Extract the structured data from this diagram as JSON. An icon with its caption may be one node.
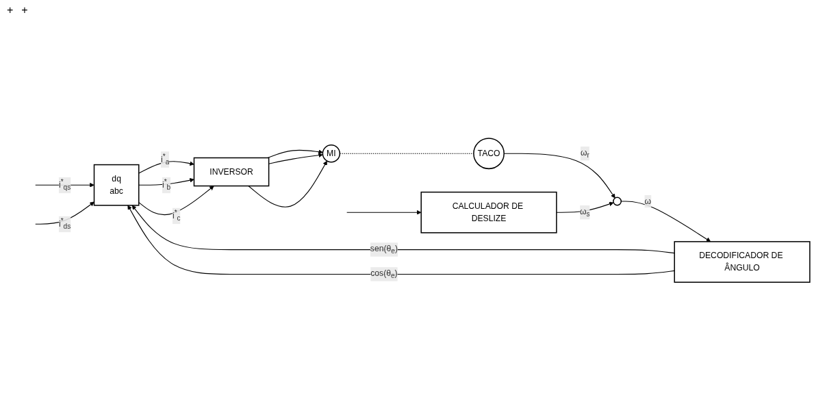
{
  "diagram": {
    "nodes": [
      {
        "text": [
          "dq",
          "abc"
        ]
      },
      {
        "text": [
          "INVERSOR"
        ]
      },
      {
        "text": [
          "MI"
        ]
      },
      {
        "text": [
          "CALCULADOR DE DESLIZE"
        ]
      },
      {
        "text": [
          "DECODIFICADOR DE ÂNGULO"
        ]
      },
      {
        "text": [
          "TACO"
        ]
      },
      {
        "text": [],
        "shape": "circle"
      }
    ],
    "edges": [
      {
        "from": null,
        "to": 0,
        "arrow": "to",
        "label": "i$^{*}$$_{qs}$"
      },
      {
        "from": null,
        "to": 0,
        "arrow": "to",
        "label": "i$^{*}$$_{ds}$"
      },
      {
        "from": null,
        "to": 3,
        "arrow": "to"
      },
      {
        "from": 0,
        "to": 1,
        "arrow": "to",
        "label": "i$^{*}$$_{a}$"
      },
      {
        "from": 0,
        "to": 1,
        "arrow": "to",
        "label": "i$^{*}$$_{b}$"
      },
      {
        "from": 0,
        "to": 1,
        "arrow": "to",
        "label": "i$^{*}$$_{c}$"
      },
      {
        "from": 1,
        "to": 2,
        "arrow": "to"
      },
      {
        "from": 1,
        "to": 2,
        "arrow": "to"
      },
      {
        "from": 1,
        "to": 2,
        "arrow": "to"
      },
      {
        "from": 2,
        "to": 5,
        "arrow": "none",
        "style": "dashed"
      },
      {
        "from": 5,
        "to": 6,
        "arrow": "to",
        "label": "ω$_{r}$"
      },
      {
        "from": 3,
        "to": 6,
        "arrow": "to",
        "label": "ω$_{s}$"
      },
      {
        "from": 6,
        "to": 4,
        "arrow": "to",
        "label": "ω"
      },
      {
        "from": 4,
        "to": 0,
        "arrow": "to",
        "label": "sen(θ$_{e}$)"
      },
      {
        "from": 4,
        "to": 0,
        "arrow": "to",
        "label": "cos(θ$_{e}$)"
      }
    ],
    "labels": [
      "+",
      "+"
    ]
  }
}
